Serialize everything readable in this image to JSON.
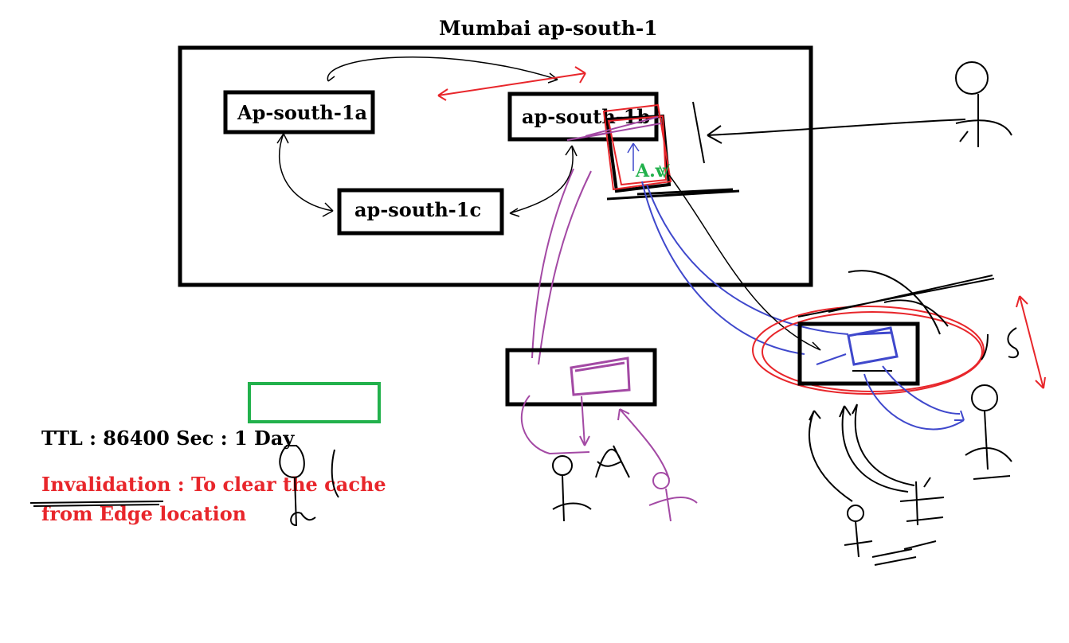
{
  "diagram": {
    "region_title": "Mumbai ap-south-1",
    "az_a_label": "Ap-south-1a",
    "az_b_label": "ap-south-1b",
    "az_c_label": "ap-south-1c",
    "server_label": "A.v",
    "ttl_text": "TTL : 86400 Sec : 1 Day",
    "invalidation_line1": "Invalidation : To clear the cache",
    "invalidation_line2": "from Edge location"
  },
  "colors": {
    "ink": "#000000",
    "red": "#e8262b",
    "purple": "#a349a4",
    "blue": "#3f48cc",
    "green": "#22b14c"
  }
}
